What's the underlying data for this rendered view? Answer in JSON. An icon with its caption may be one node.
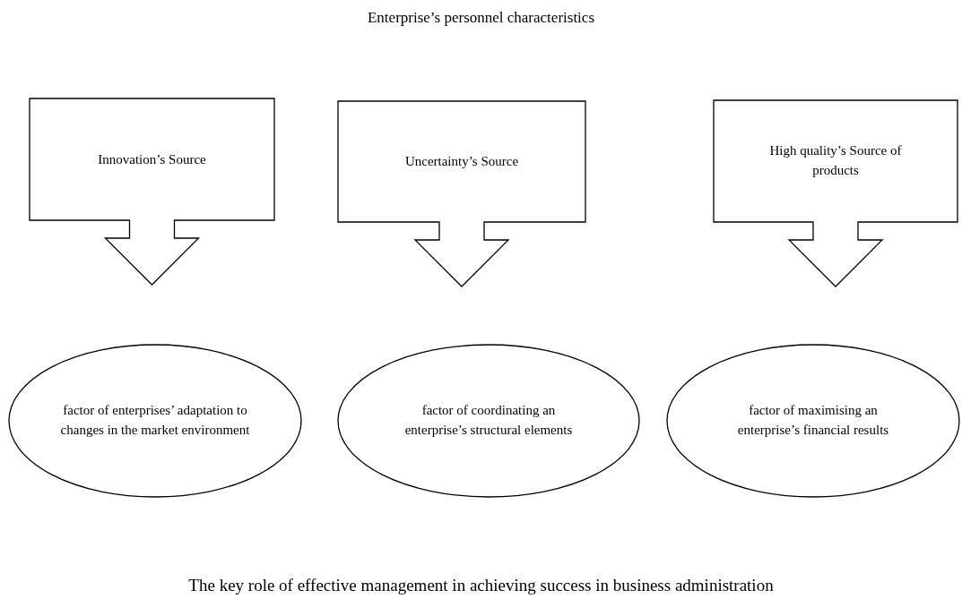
{
  "diagram": {
    "title": "Enterprise’s  personnel characteristics",
    "caption": "The key role of effective management in achieving success in business administration",
    "nodes": [
      {
        "text": [
          "Innovation’s Source"
        ]
      },
      {
        "text": [
          "Uncertainty’s Source"
        ]
      },
      {
        "text": [
          "High quality’s Source of products"
        ]
      },
      {
        "text": [
          "factor of enterprises’ adaptation to changes in the market environment"
        ]
      },
      {
        "text": [
          "factor of coordinating an enterprise’s structural elements"
        ]
      },
      {
        "text": [
          "factor of maximising an enterprise’s financial results"
        ]
      }
    ]
  }
}
